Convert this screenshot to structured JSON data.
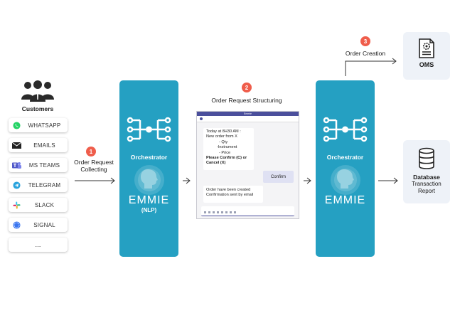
{
  "customers": {
    "label": "Customers",
    "channels": [
      {
        "label": "WHATSAPP",
        "icon": "whatsapp-icon"
      },
      {
        "label": "EMAILS",
        "icon": "envelope-icon"
      },
      {
        "label": "MS TEAMS",
        "icon": "ms-teams-icon"
      },
      {
        "label": "TELEGRAM",
        "icon": "telegram-icon"
      },
      {
        "label": "SLACK",
        "icon": "slack-icon"
      },
      {
        "label": "SIGNAL",
        "icon": "signal-icon"
      },
      {
        "label": "...",
        "icon": ""
      }
    ]
  },
  "steps": [
    {
      "number": "1",
      "label_line1": "Order Request",
      "label_line2": "Collecting"
    },
    {
      "number": "2",
      "label": "Order Request Structuring"
    },
    {
      "number": "3",
      "label": "Order Creation"
    }
  ],
  "orchestrator_left": {
    "title": "Orchestrator",
    "brand": "EMMIE",
    "subtitle": "(NLP)"
  },
  "orchestrator_right": {
    "title": "Orchestrator",
    "brand": "EMMIE"
  },
  "chat": {
    "window_title": "Emmie",
    "message1": {
      "line1": "Today at 8H30 AM :",
      "line2": "New order from X",
      "items": [
        "- Qty",
        "-Instrument",
        "- Price"
      ],
      "prompt": "Please Confirm (C) or Cancel (X)"
    },
    "confirm_label": "Confirm",
    "message2": {
      "line1": "Order have been created",
      "line2": "Confirmation sent by email"
    }
  },
  "oms": {
    "label": "OMS"
  },
  "database": {
    "title": "Database",
    "line2": "Transaction",
    "line3": "Report"
  },
  "colors": {
    "orchestrator": "#25a0c2",
    "step_badge": "#ef5d4b",
    "chat_accent": "#4b4f9c",
    "box_bg": "#eef2f8"
  }
}
